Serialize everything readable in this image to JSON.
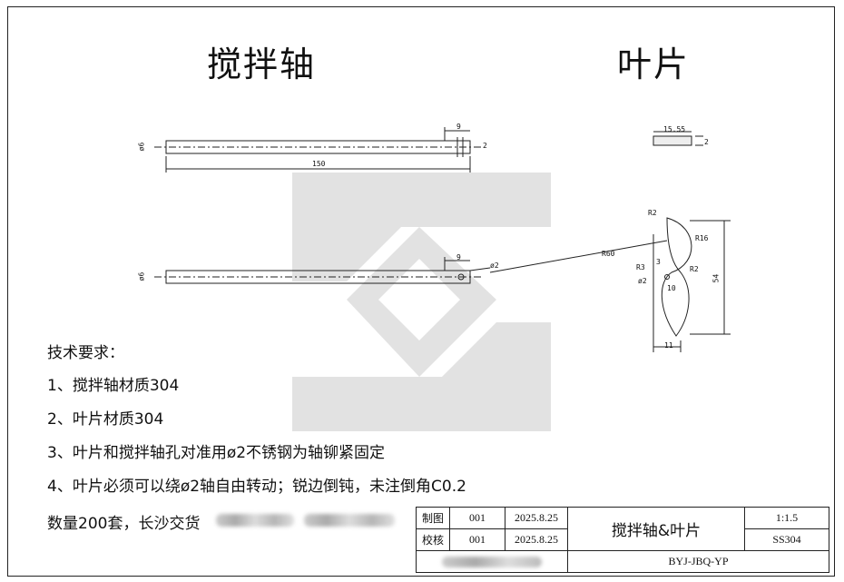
{
  "titles": {
    "shaft": "搅拌轴",
    "blade": "叶片"
  },
  "shaft_dims": {
    "top_dia": "ø6",
    "top_length": "150",
    "top_end": "9",
    "top_small": "2",
    "bottom_dia": "ø6",
    "bottom_end": "9",
    "bottom_hole": "ø2"
  },
  "blade_dims": {
    "width": "15.55",
    "thick": "2",
    "r2_top": "R2",
    "r16": "R16",
    "r60": "R60",
    "r3": "R3",
    "dim3": "3",
    "r2_right": "R2",
    "hole": "ø2",
    "dim10": "10",
    "height": "54",
    "bottom": "11"
  },
  "requirements": {
    "heading": "技术要求：",
    "items": [
      "1、搅拌轴材质304",
      "2、叶片材质304",
      "3、叶片和搅拌轴孔对准用ø2不锈钢为轴铆紧固定",
      "4、叶片必须可以绕ø2轴自由转动；锐边倒钝，未注倒角C0.2"
    ],
    "quantity": "数量200套，长沙交货"
  },
  "title_block": {
    "row1": {
      "role": "制图",
      "code": "001",
      "date": "2025.8.25"
    },
    "row2": {
      "role": "校核",
      "code": "001",
      "date": "2025.8.25"
    },
    "part_name": "搅拌轴&叶片",
    "scale": "1:1.5",
    "material": "SS304",
    "drawing_no": "BYJ-JBQ-YP"
  }
}
